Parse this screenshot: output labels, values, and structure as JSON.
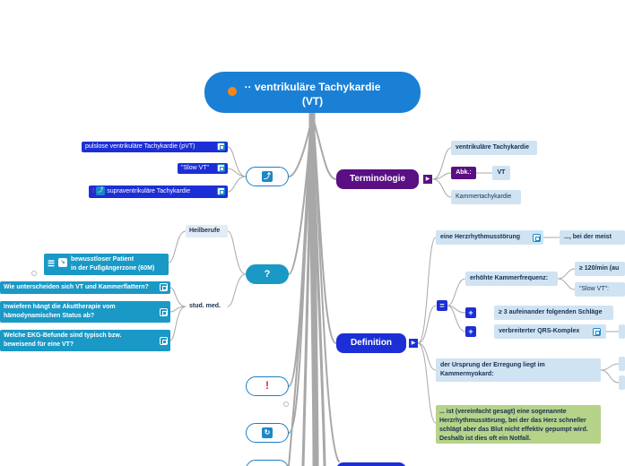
{
  "root": {
    "line1": "ventrikuläre Tachykardie",
    "line2": "(VT)",
    "prefix": "··"
  },
  "left_top": {
    "items": [
      {
        "label": "pulslose ventrikuläre Tachykardie (pVT)"
      },
      {
        "label": "\"Slow VT\""
      },
      {
        "label": "supraventrikuläre Tachykardie",
        "mark": "!"
      }
    ]
  },
  "question": {
    "label": "?",
    "heilberufe": "Heilberufe",
    "stud_med": "stud. med.",
    "case_line1": "bewusstloser Patient",
    "case_line2": "in der Fußgängerzone (60M)",
    "q1": "Wie unterscheiden sich VT und Kammerflattern?",
    "q2_line1": "Inwiefern hängt die Akuttherapie vom",
    "q2_line2": "hämodynamischen Status ab?",
    "q3_line1": "Welche EKG-Befunde sind typisch bzw.",
    "q3_line2": "beweisend für eine VT?"
  },
  "bottom_left": {
    "exclam": "!"
  },
  "terminologie": {
    "title": "Terminologie",
    "item1": "ventrikuläre Tachykardie",
    "abk_label": "Abk.:",
    "abk_value": "VT",
    "item3": "Kammertachykardie"
  },
  "definition": {
    "title": "Definition",
    "rhythm": "eine Herzrhythmusstörung",
    "meist": "..., bei der meist",
    "equals": "=",
    "freq": "erhöhte Kammerfrequenz:",
    "freq_a": "≥ 120/min (au",
    "freq_b": "\"Slow VT\":",
    "plus": "+",
    "schlaege": "≥ 3 aufeinander folgenden Schläge",
    "qrs": "verbreiterter QRS-Komplex",
    "ursprung_line1": "der Ursprung der Erregung liegt im",
    "ursprung_line2": "Kammermyokard:",
    "simple": "... ist (vereinfacht gesagt) eine sogenannte Herzrhythmusstörung, bei der das Herz schneller schlägt aber das Blut nicht effektiv gepumpt wird. Deshalb ist dies oft ein Notfall."
  },
  "colors": {
    "root": "#1a80d6",
    "purple": "#5a0f82",
    "blue": "#1c2fd6",
    "teal": "#1a99c6",
    "light": "#cfe3f3",
    "green": "#b6d38a",
    "link": "#a8a8a8",
    "accent_orange": "#f2861f"
  }
}
